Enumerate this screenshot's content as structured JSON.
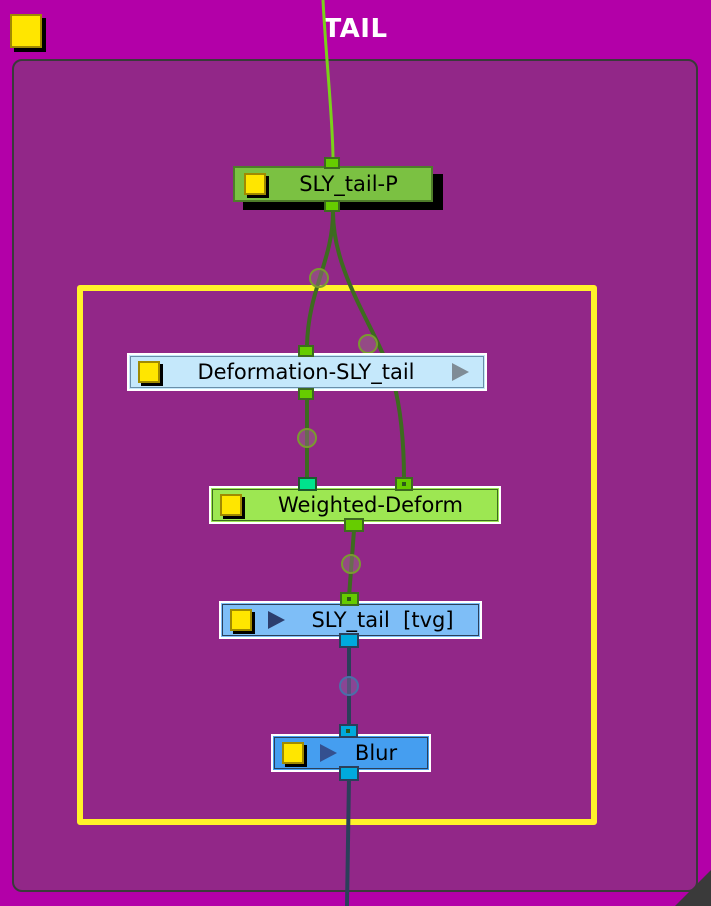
{
  "group": {
    "title": "TAIL",
    "color": "#ffe600",
    "background": "#b300a8",
    "inner_background": "#922788"
  },
  "backdrop": {
    "border_color": "#fff22a"
  },
  "nodes": [
    {
      "id": "sly-tail-p",
      "label": "SLY_tail-P",
      "type": "peg",
      "fill": "#7bc142"
    },
    {
      "id": "deformation-sly-tail",
      "label": "Deformation-SLY_tail",
      "type": "group",
      "fill": "#c5e8fb",
      "has_expand_arrow": true
    },
    {
      "id": "weighted-deform",
      "label": "Weighted-Deform",
      "type": "deform",
      "fill": "#9de752"
    },
    {
      "id": "sly-tail-tvg",
      "label": "SLY_tail  [tvg]",
      "type": "drawing",
      "fill": "#7ebef7",
      "has_play_icon": true
    },
    {
      "id": "blur",
      "label": "Blur",
      "type": "effect",
      "fill": "#459ef0",
      "has_play_icon": true
    }
  ],
  "colors": {
    "matte_port": "#66cc00",
    "image_port": "#00aadd",
    "matte_wire": "#3d6b1f",
    "image_wire": "#2b3f5a",
    "incoming_wire": "#7ad11a",
    "deform_input_port": "#00e38c"
  }
}
